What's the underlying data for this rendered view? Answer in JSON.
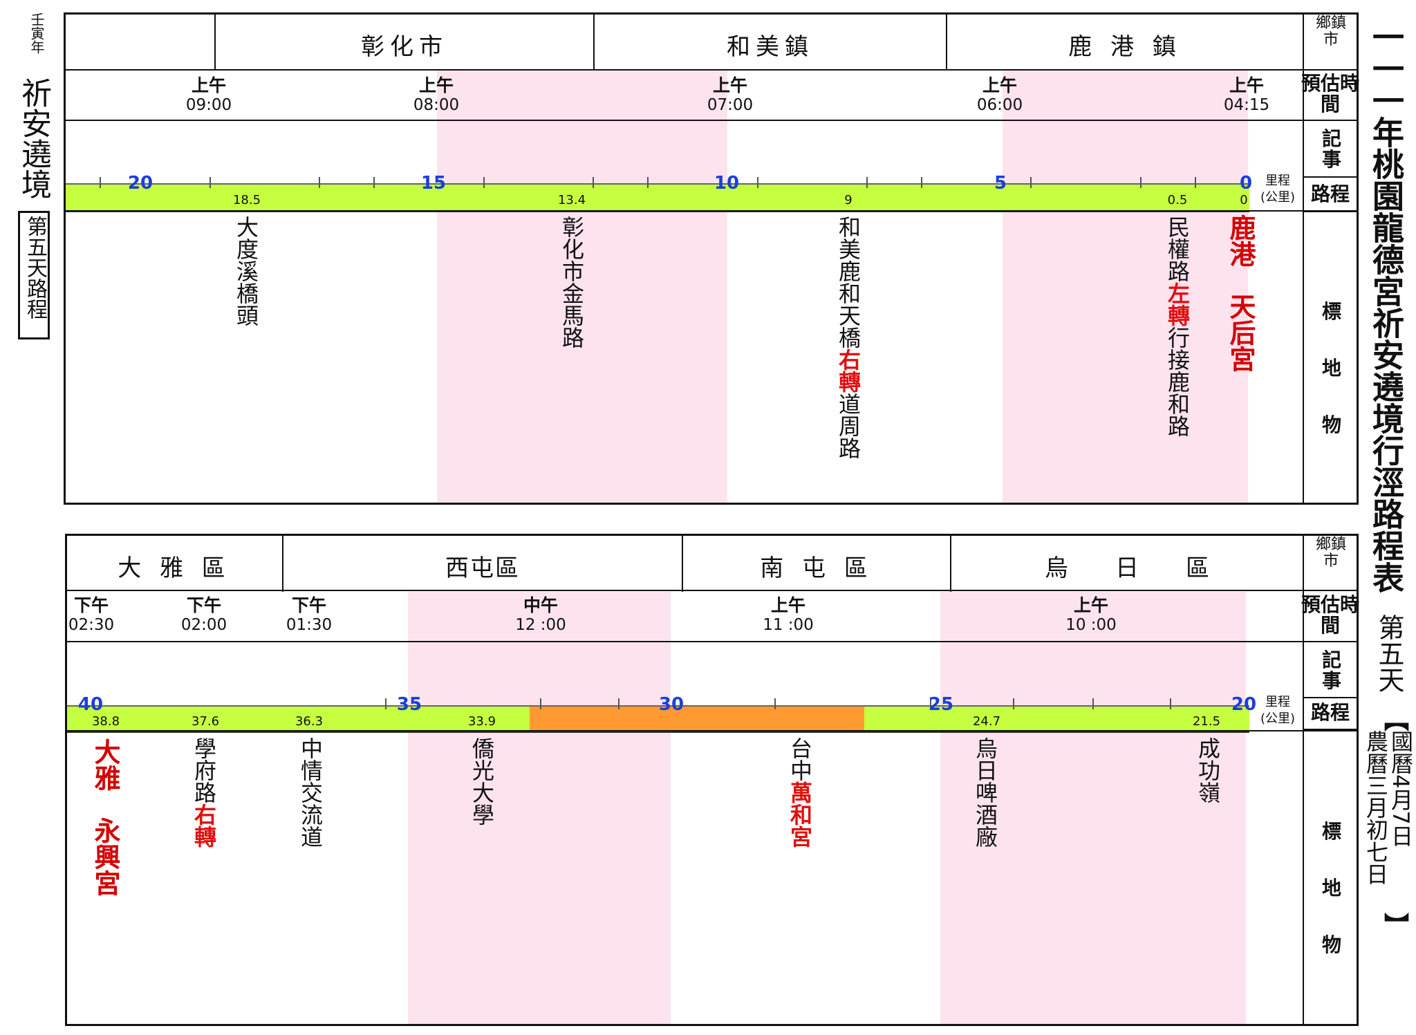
{
  "left_margin": {
    "year_label": "壬寅年",
    "event": "祈安遶境",
    "day_box": "第五天路程"
  },
  "right_margin": {
    "main_title": "一一一年桃園龍德宮祈安遶境行涇路程表",
    "day": "第五天",
    "bracket_open": "【",
    "bracket_close": "】",
    "dates": [
      "國曆4月7日",
      "農曆三月初七日"
    ]
  },
  "row_labels": {
    "region": "鄉鎮市",
    "time": "預估時間",
    "notes": "記事",
    "route": "路程",
    "landmarks": "標地物",
    "unit_top": "里程",
    "unit_bottom": "(公里)"
  },
  "top": {
    "regions": [
      "",
      "彰化市",
      "和美鎮",
      "鹿 港 鎮"
    ],
    "times": [
      {
        "ap": "上午",
        "hm": "09:00"
      },
      {
        "ap": "上午",
        "hm": "08:00"
      },
      {
        "ap": "上午",
        "hm": "07:00"
      },
      {
        "ap": "上午",
        "hm": "06:00"
      },
      {
        "ap": "上午",
        "hm": "04:15"
      }
    ],
    "major_km": [
      "20",
      "15",
      "10",
      "5",
      "0"
    ],
    "minor_km": [
      "18.5",
      "13.4",
      "9",
      "0.5",
      "0"
    ],
    "landmarks": [
      {
        "parts": [
          {
            "t": "大度溪橋頭",
            "c": ""
          }
        ]
      },
      {
        "parts": [
          {
            "t": "彰化市金馬路",
            "c": ""
          }
        ]
      },
      {
        "parts": [
          {
            "t": "和美鹿和天橋",
            "c": ""
          },
          {
            "t": "右轉",
            "c": "red"
          },
          {
            "t": "道周路",
            "c": ""
          }
        ]
      },
      {
        "parts": [
          {
            "t": "民權路",
            "c": ""
          },
          {
            "t": "左轉",
            "c": "red"
          },
          {
            "t": "行接鹿和路",
            "c": ""
          }
        ]
      },
      {
        "parts": [
          {
            "t": "鹿港　天后宮",
            "c": "redbig"
          }
        ]
      }
    ]
  },
  "bottom": {
    "regions": [
      "大 雅 區",
      "西屯區",
      "南 屯 區",
      "烏　　日　　區"
    ],
    "times": [
      {
        "ap": "下午",
        "hm": "02:30"
      },
      {
        "ap": "下午",
        "hm": "02:00"
      },
      {
        "ap": "下午",
        "hm": "01:30"
      },
      {
        "ap": "中午",
        "hm": "12 :00"
      },
      {
        "ap": "上午",
        "hm": "11 :00"
      },
      {
        "ap": "上午",
        "hm": "10 :00"
      }
    ],
    "major_km": [
      "40",
      "35",
      "30",
      "25",
      "20"
    ],
    "minor_km": [
      "38.8",
      "37.6",
      "36.3",
      "33.9",
      "24.7",
      "21.5"
    ],
    "landmarks": [
      {
        "parts": [
          {
            "t": "大雅　永興宮",
            "c": "redbig"
          }
        ]
      },
      {
        "parts": [
          {
            "t": "學府路",
            "c": ""
          },
          {
            "t": "右轉",
            "c": "red"
          }
        ]
      },
      {
        "parts": [
          {
            "t": "中情交流道",
            "c": ""
          }
        ]
      },
      {
        "parts": [
          {
            "t": "僑光大學",
            "c": ""
          }
        ]
      },
      {
        "parts": [
          {
            "t": "台中",
            "c": ""
          },
          {
            "t": "萬和宮",
            "c": "red"
          }
        ]
      },
      {
        "parts": [
          {
            "t": "烏日啤酒廠",
            "c": ""
          }
        ]
      },
      {
        "parts": [
          {
            "t": "成功嶺",
            "c": ""
          }
        ]
      }
    ]
  },
  "colors": {
    "road_green": "#c6ff3f",
    "road_orange": "#ff9a33",
    "band_pink": "#fde3ee",
    "km_blue": "#1b3fd8",
    "accent_red": "#e01010"
  }
}
